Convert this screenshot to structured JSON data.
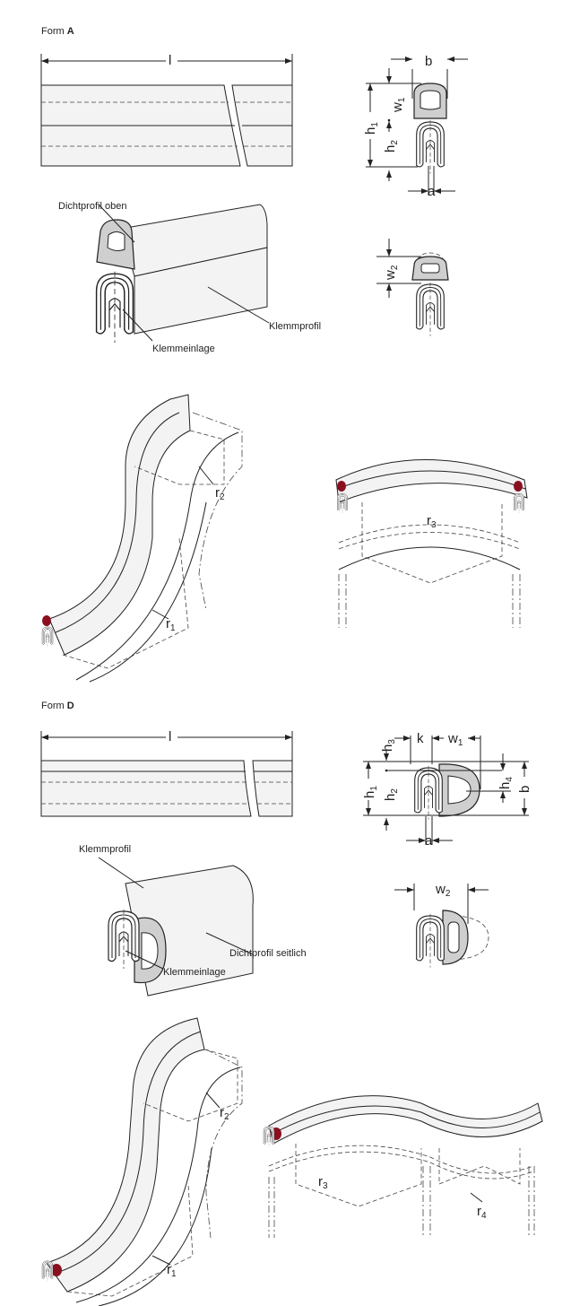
{
  "form_a": {
    "title_prefix": "Form ",
    "title_letter": "A",
    "length": "l",
    "dims": {
      "b": "b",
      "w1": {
        "main": "w",
        "sub": "1"
      },
      "h1": {
        "main": "h",
        "sub": "1"
      },
      "h2": {
        "main": "h",
        "sub": "2"
      },
      "a": "a",
      "w2": {
        "main": "w",
        "sub": "2"
      }
    },
    "callouts": {
      "seal_top": "Dichtprofil oben",
      "clamp": "Klemmprofil",
      "insert": "Klemmeinlage"
    },
    "radii": {
      "r1": {
        "main": "r",
        "sub": "1"
      },
      "r2": {
        "main": "r",
        "sub": "2"
      },
      "r3": {
        "main": "r",
        "sub": "3"
      }
    }
  },
  "form_d": {
    "title_prefix": "Form ",
    "title_letter": "D",
    "length": "l",
    "dims": {
      "h3": {
        "main": "h",
        "sub": "3"
      },
      "k": "k",
      "w1": {
        "main": "w",
        "sub": "1"
      },
      "h4": {
        "main": "h",
        "sub": "4"
      },
      "b": "b",
      "h1": {
        "main": "h",
        "sub": "1"
      },
      "h2": {
        "main": "h",
        "sub": "2"
      },
      "a": "a",
      "w2": {
        "main": "w",
        "sub": "2"
      }
    },
    "callouts": {
      "clamp": "Klemmprofil",
      "seal_side": "Dichtprofil seitlich",
      "insert": "Klemmeinlage"
    },
    "radii": {
      "r1": {
        "main": "r",
        "sub": "1"
      },
      "r2": {
        "main": "r",
        "sub": "2"
      },
      "r3": {
        "main": "r",
        "sub": "3"
      },
      "r4": {
        "main": "r",
        "sub": "4"
      }
    }
  },
  "colors": {
    "seal": "#cfcfcf",
    "insert": "#8a1020",
    "line": "#222222"
  }
}
